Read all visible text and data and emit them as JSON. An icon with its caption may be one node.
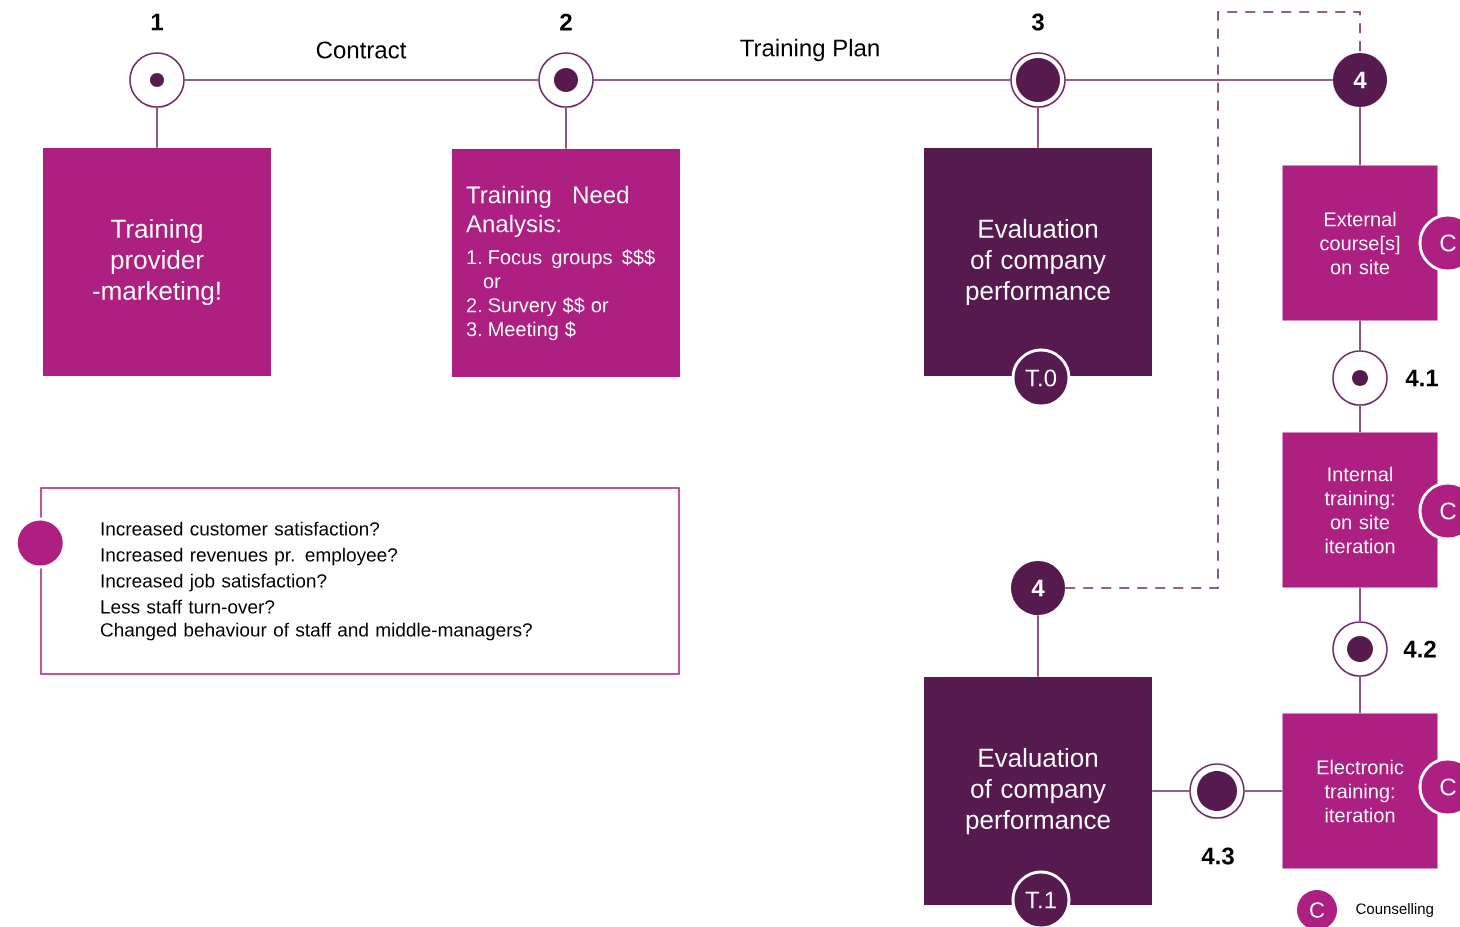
{
  "diagram": {
    "nodes": [
      {
        "text": [],
        "shape": "circle",
        "beside": [
          "1"
        ]
      },
      {
        "text": [
          "Training provider -marketing!"
        ]
      },
      {
        "text": [],
        "shape": "circle",
        "beside": [
          "2"
        ]
      },
      {
        "text": [
          "Training Need Analysis:",
          "1. Focus groups $$$ or",
          "2. Survery $$ or",
          "3. Meeting $"
        ]
      },
      {
        "text": [],
        "shape": "circle",
        "beside": [
          "3"
        ]
      },
      {
        "text": [
          "Evaluation of company performance"
        ]
      },
      {
        "text": [
          "T.0"
        ]
      },
      {
        "text": [
          "4"
        ]
      },
      {
        "text": [
          "External course[s] on site"
        ]
      },
      {
        "text": [
          "C"
        ]
      },
      {
        "text": [],
        "shape": "circle",
        "beside": [
          "4.1"
        ]
      },
      {
        "text": [
          "Internal training: on site iteration"
        ]
      },
      {
        "text": [
          "C"
        ]
      },
      {
        "text": [],
        "shape": "circle",
        "beside": [
          "4.2"
        ]
      },
      {
        "text": [
          "Electronic training: iteration"
        ]
      },
      {
        "text": [
          "C"
        ]
      },
      {
        "text": [],
        "shape": "circle",
        "beside": [
          "4.3"
        ]
      },
      {
        "text": [
          "Evaluation of company performance"
        ]
      },
      {
        "text": [
          "T.1"
        ]
      },
      {
        "text": [
          "4"
        ]
      },
      {
        "text": [
          "Increased customer satisfaction?",
          "Increased revenues pr. employee?",
          "Increased job satisfaction?",
          "Less staff turn-over?",
          "Changed behaviour of staff and middle-managers?"
        ]
      }
    ],
    "edges": [
      {
        "from": 0,
        "to": 1,
        "arrow": "none"
      },
      {
        "from": 0,
        "to": 2,
        "arrow": "none",
        "label": "Contract"
      },
      {
        "from": 2,
        "to": 3,
        "arrow": "none"
      },
      {
        "from": 2,
        "to": 4,
        "arrow": "none",
        "label": "Training Plan"
      },
      {
        "from": 4,
        "to": 5,
        "arrow": "none"
      },
      {
        "from": 4,
        "to": 7,
        "arrow": "none"
      },
      {
        "from": 7,
        "to": 8,
        "arrow": "none"
      },
      {
        "from": 8,
        "to": 10,
        "arrow": "none"
      },
      {
        "from": 10,
        "to": 11,
        "arrow": "none"
      },
      {
        "from": 11,
        "to": 13,
        "arrow": "none"
      },
      {
        "from": 13,
        "to": 14,
        "arrow": "none"
      },
      {
        "from": 14,
        "to": 16,
        "arrow": "none"
      },
      {
        "from": 16,
        "to": 17,
        "arrow": "none"
      },
      {
        "from": 17,
        "to": 19,
        "arrow": "none"
      },
      {
        "from": 19,
        "to": 7,
        "arrow": "none",
        "style": "dashed"
      }
    ],
    "labels": [
      "C"
    ],
    "legend": [
      {
        "text": "Counselling",
        "color": "#ad1f80"
      }
    ]
  }
}
